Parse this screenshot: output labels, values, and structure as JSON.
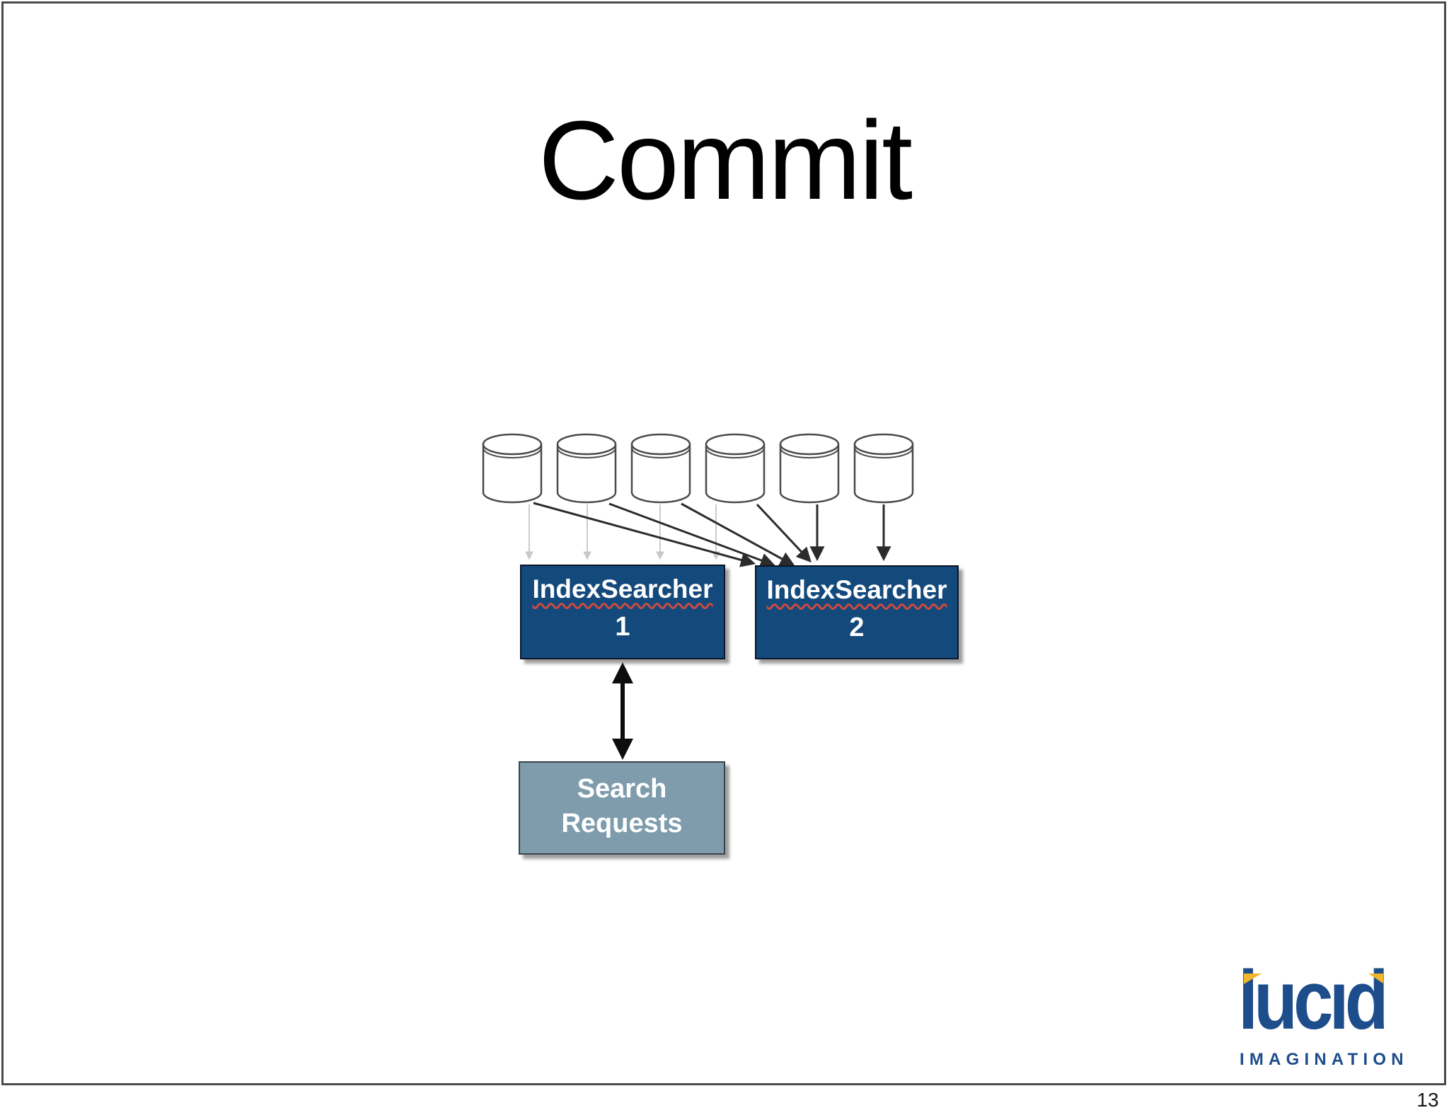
{
  "slide": {
    "title": "Commit",
    "page_number": "13"
  },
  "diagram": {
    "index_segments_count": 6,
    "searcher1": {
      "label": "IndexSearcher",
      "number": "1"
    },
    "searcher2": {
      "label": "IndexSearcher",
      "number": "2"
    },
    "search_requests": {
      "line1": "Search",
      "line2": "Requests"
    }
  },
  "logo": {
    "word": "lucıd",
    "tagline": "IMAGINATION"
  },
  "colors": {
    "searcher_box_navy": "#14497c",
    "search_requests_blue_gray": "#7e9cac",
    "squiggle_red": "#cd4a3f",
    "arrow_light_gray": "#cccccc",
    "arrow_dark": "#2b2b2b",
    "logo_navy": "#1e4d8b",
    "logo_yellow": "#f2b62d",
    "slide_border_gray": "#4a4a4a"
  }
}
